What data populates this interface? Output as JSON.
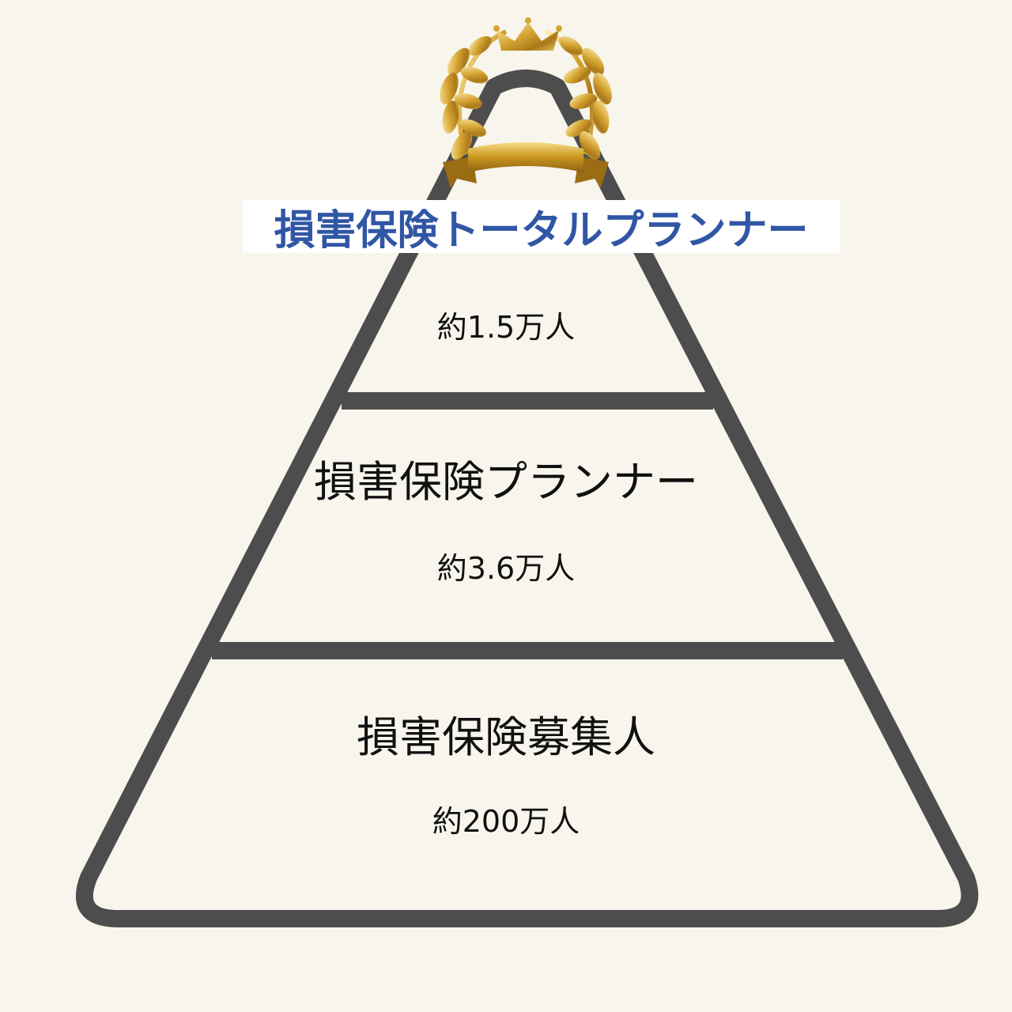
{
  "diagram": {
    "type": "pyramid",
    "top_tier": {
      "name": "損害保険トータルプランナー",
      "count": "約1.5万人"
    },
    "middle_tier": {
      "name": "損害保険プランナー",
      "count": "約3.6万人"
    },
    "bottom_tier": {
      "name": "損害保険募集人",
      "count": "約200万人"
    }
  },
  "colors": {
    "background": "#f7f5ec",
    "outline": "#4d4d4d",
    "title_text": "#3056a5",
    "title_bg": "#ffffff",
    "body_text": "#111111",
    "gold": "#c9981f"
  },
  "icons": [
    "crown-icon",
    "laurel-wreath-icon",
    "ribbon-banner-icon"
  ]
}
